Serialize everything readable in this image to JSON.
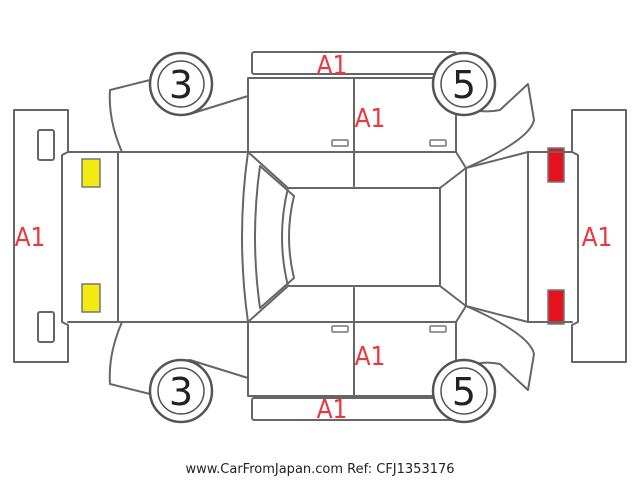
{
  "diagram": {
    "colors": {
      "outline": "#666666",
      "grade_text": "#e8393f",
      "front_lamp": "#f2ea10",
      "rear_lamp": "#e5121e"
    },
    "grades": {
      "roof_top": "A1",
      "roof_main": "A1",
      "front_bumper": "A1",
      "rear_bumper": "A1",
      "lower_doors": "A1",
      "lower_sill": "A1"
    },
    "tires": {
      "front_left": "3",
      "rear_left": "5",
      "front_right": "3",
      "rear_right": "5"
    },
    "watermark": "www.CarFromJapan.com Ref: CFJ1353176"
  }
}
